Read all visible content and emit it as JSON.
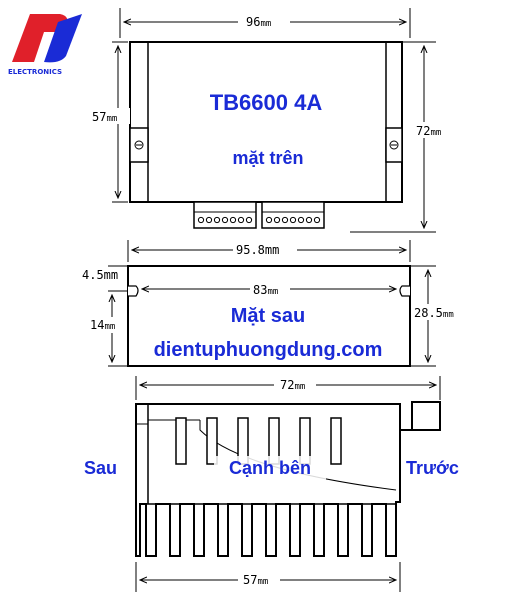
{
  "logo": {
    "text": "ELECTRONICS"
  },
  "top_view": {
    "title": "TB6600 4A",
    "subtitle": "mặt trên",
    "width_label": "96",
    "height_label": "57",
    "outer_height_label": "72",
    "unit": "mm"
  },
  "back_view": {
    "width_label": "95.8mm",
    "hole_spacing_label": "83",
    "hole_offset_label": "4.5mm",
    "hole_height_label": "14",
    "height_label": "28.5",
    "unit": "mm",
    "caption": "Mặt sau",
    "website": "dientuphuongdung.com"
  },
  "side_view": {
    "top_width_label": "72",
    "bottom_width_label": "57",
    "unit": "mm",
    "left_label": "Sau",
    "center_label": "Cạnh bên",
    "right_label": "Trước"
  },
  "colors": {
    "accent": "#1a2bd6",
    "logo_red": "#e0202a",
    "line": "#000000"
  }
}
